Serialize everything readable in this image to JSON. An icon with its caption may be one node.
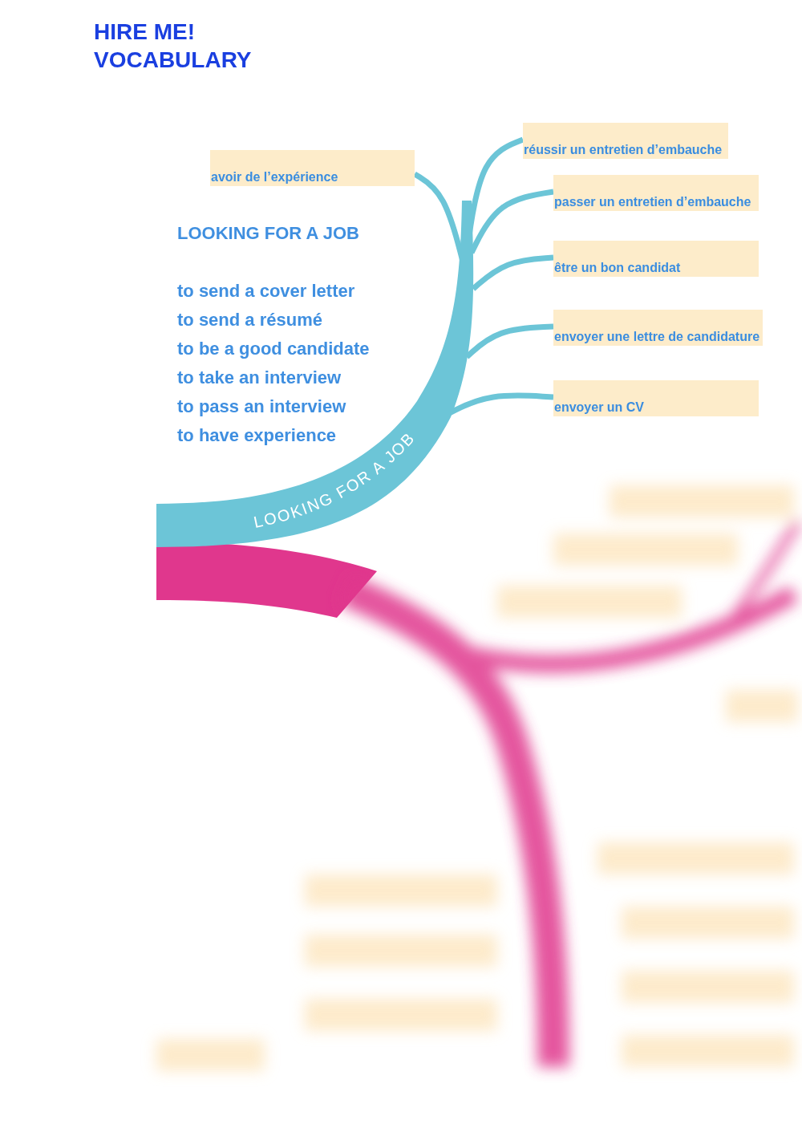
{
  "diagram": {
    "title": "HIRE ME! VOCABULARY",
    "nodes": [
      {
        "text": [
          "LOOKING FOR A JOB"
        ]
      },
      {
        "text": [
          "réussir un entretien d’embauche"
        ]
      },
      {
        "text": [
          "avoir de l’expérience"
        ]
      },
      {
        "text": [
          "passer un entretien d’embauche"
        ]
      },
      {
        "text": [
          "être un bon candidat"
        ]
      },
      {
        "text": [
          "envoyer une lettre de candidature"
        ]
      },
      {
        "text": [
          "envoyer un CV"
        ]
      }
    ],
    "edges": [
      {
        "from": 0,
        "to": 1,
        "arrow": "none"
      },
      {
        "from": 0,
        "to": 2,
        "arrow": "none"
      },
      {
        "from": 0,
        "to": 3,
        "arrow": "none"
      },
      {
        "from": 0,
        "to": 4,
        "arrow": "none"
      },
      {
        "from": 0,
        "to": 5,
        "arrow": "none"
      },
      {
        "from": 0,
        "to": 6,
        "arrow": "none"
      }
    ],
    "labels": [
      "LOOKING FOR A JOB",
      "to send a cover letter",
      "to send a résumé",
      "to be a good candidate",
      "to take an interview",
      "to pass an interview",
      "to have experience"
    ]
  }
}
